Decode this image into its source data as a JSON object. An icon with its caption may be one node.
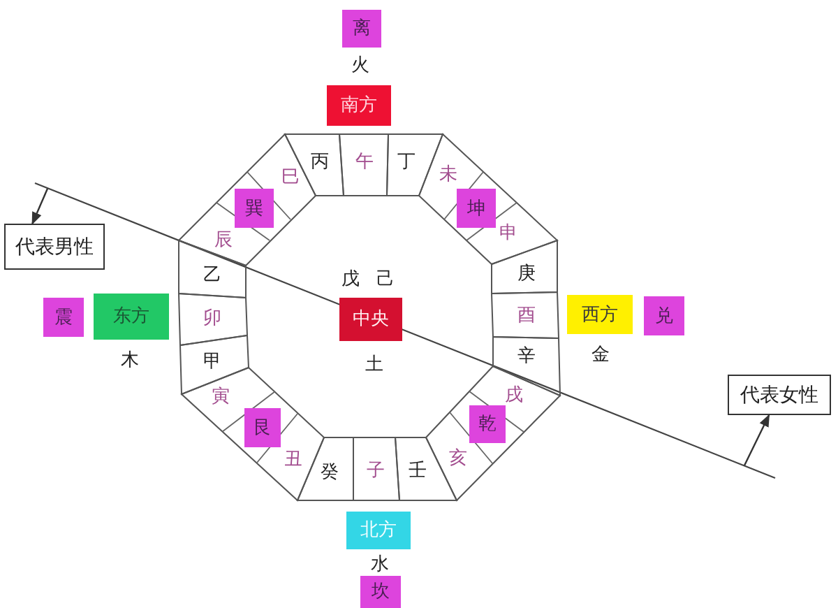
{
  "diagram": {
    "nodes": [
      {
        "text": [
          "离"
        ]
      },
      {
        "text": [
          "南方"
        ],
        "beside": [
          "火"
        ]
      },
      {
        "text": [
          "巳",
          "辰"
        ]
      },
      {
        "text": [
          "丙"
        ]
      },
      {
        "text": [
          "午"
        ]
      },
      {
        "text": [
          "丁"
        ]
      },
      {
        "text": [
          "未",
          "申"
        ]
      },
      {
        "text": [
          "巽"
        ],
        "in": 2
      },
      {
        "text": [
          "坤"
        ],
        "in": 6
      },
      {
        "text": [
          "代表男性"
        ]
      },
      {
        "text": [
          "乙"
        ]
      },
      {
        "text": [
          "庚"
        ]
      },
      {
        "text": [
          "震"
        ]
      },
      {
        "text": [
          "东方"
        ],
        "beside": [
          "木"
        ]
      },
      {
        "text": [
          "卯"
        ]
      },
      {
        "text": [
          "中央"
        ],
        "beside": [
          "戊",
          "己",
          "土"
        ]
      },
      {
        "text": [
          "酉"
        ]
      },
      {
        "text": [
          "西方"
        ],
        "beside": [
          "金"
        ]
      },
      {
        "text": [
          "兑"
        ]
      },
      {
        "text": [
          "甲"
        ]
      },
      {
        "text": [
          "辛"
        ]
      },
      {
        "text": [
          "寅",
          "丑"
        ]
      },
      {
        "text": [
          "戌",
          "亥"
        ]
      },
      {
        "text": [
          "艮"
        ],
        "in": 21
      },
      {
        "text": [
          "乾"
        ],
        "in": 22
      },
      {
        "text": [
          "代表女性"
        ]
      },
      {
        "text": [
          "癸"
        ]
      },
      {
        "text": [
          "子"
        ]
      },
      {
        "text": [
          "壬"
        ]
      },
      {
        "text": [
          "北方"
        ],
        "beside": [
          "水"
        ]
      },
      {
        "text": [
          "坎"
        ]
      }
    ],
    "edges": [
      {
        "from": null,
        "to": 9,
        "arrow": "to"
      },
      {
        "from": null,
        "to": 25,
        "arrow": "to"
      }
    ]
  }
}
